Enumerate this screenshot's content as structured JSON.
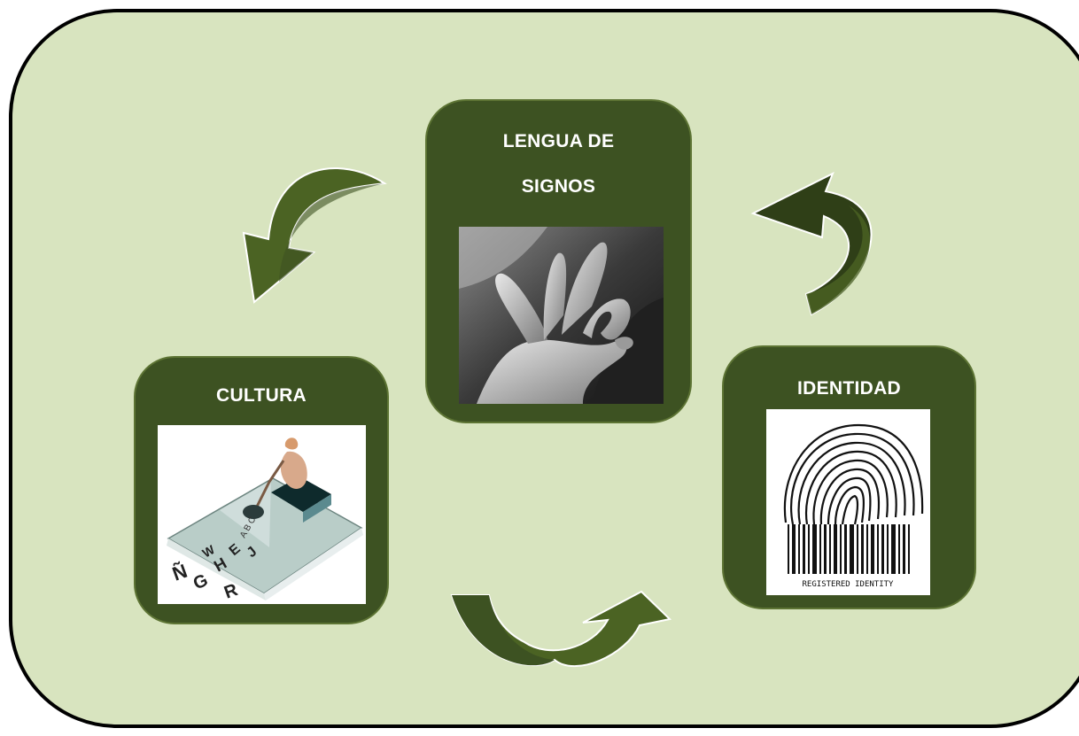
{
  "diagram": {
    "colors": {
      "background": "#d8e4bf",
      "border": "#000000",
      "node_fill": "#3d5222",
      "node_text": "#ffffff",
      "arrow_fill": "#4b6323",
      "arrow_shade": "#2f3f17"
    },
    "nodes": {
      "lengua": {
        "title": "LENGUA DE SIGNOS",
        "image": "sign-language-hand-photo"
      },
      "cultura": {
        "title": "CULTURA",
        "image": "child-in-open-book-with-letters"
      },
      "identidad": {
        "title": "IDENTIDAD",
        "image": "fingerprint-barcode",
        "image_caption": "REGISTERED IDENTITY"
      }
    },
    "book_letters": [
      "Ñ",
      "G",
      "H",
      "R",
      "W",
      "E",
      "J"
    ],
    "arrows": [
      "lengua-to-cultura-arrow",
      "cultura-to-identidad-arrow",
      "identidad-to-lengua-arrow"
    ]
  }
}
